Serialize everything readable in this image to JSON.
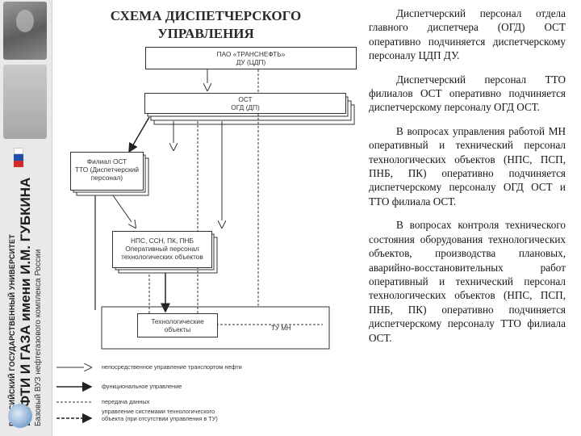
{
  "sidebar": {
    "line1": "РОССИЙСКИЙ ГОСУДАРСТВЕННЫЙ УНИВЕРСИТЕТ",
    "line2": "НЕФТИ И ГАЗА имени И.М. ГУБКИНА",
    "line3": "Базовый ВУЗ нефтегазового комплекса России",
    "flag_colors": [
      "#ffffff",
      "#1f4fa8",
      "#d42a2a"
    ]
  },
  "title": {
    "line1": "СХЕМА ДИСПЕТЧЕРСКОГО",
    "line2": "УПРАВЛЕНИЯ"
  },
  "diagram": {
    "box_pao": {
      "line1": "ПАО «ТРАНСНЕФТЬ»",
      "line2": "ДУ (ЦДП)"
    },
    "box_ost": {
      "line1": "ОСТ",
      "line2": "ОГД (ДП)"
    },
    "box_filial": {
      "line1": "Филиал ОСТ",
      "line2": "ТТО (Диспетчерский",
      "line3": "персонал)"
    },
    "box_nps": {
      "line1": "НПС, ССН, ПК, ПНБ",
      "line2": "Оперативный персонал",
      "line3": "технологических объектов"
    },
    "box_tech": {
      "line1": "Технологические",
      "line2": "объекты"
    },
    "tu_mn": "ТУ МН"
  },
  "legend": [
    {
      "type": "open-arrow",
      "text": "непосредственное управление транспортом нефти"
    },
    {
      "type": "solid-arrow",
      "text": "функциональное управление"
    },
    {
      "type": "dashed-line",
      "text": "передача данных"
    },
    {
      "type": "dashed-arrow",
      "text": "управление системами технологического объекта (при отсутствии управления в ТУ)"
    }
  ],
  "legend_split": {
    "l4a": "управление системами технологического",
    "l4b": "объекта (при отсутствии управления в ТУ)"
  },
  "paragraphs": [
    "Диспетчерский персонал отдела главного диспетчера (ОГД) ОСТ оперативно подчиняется диспетчерскому персоналу ЦДП ДУ.",
    "Диспетчерский персонал ТТО филиалов ОСТ оперативно подчиняется диспетчерскому персоналу ОГД ОСТ.",
    "В вопросах управления работой МН оперативный и технический персонал технологических объектов (НПС, ПСП, ПНБ, ПК) оперативно подчиняется диспетчерскому персоналу ОГД ОСТ и ТТО филиала ОСТ.",
    "В вопросах контроля технического состояния оборудования технологических объектов, производства плановых, аварийно-восстановительных работ оперативный и технический персонал технологических объектов (НПС, ПСП, ПНБ, ПК) оперативно подчиняется диспетчерскому персоналу ТТО филиала ОСТ."
  ]
}
